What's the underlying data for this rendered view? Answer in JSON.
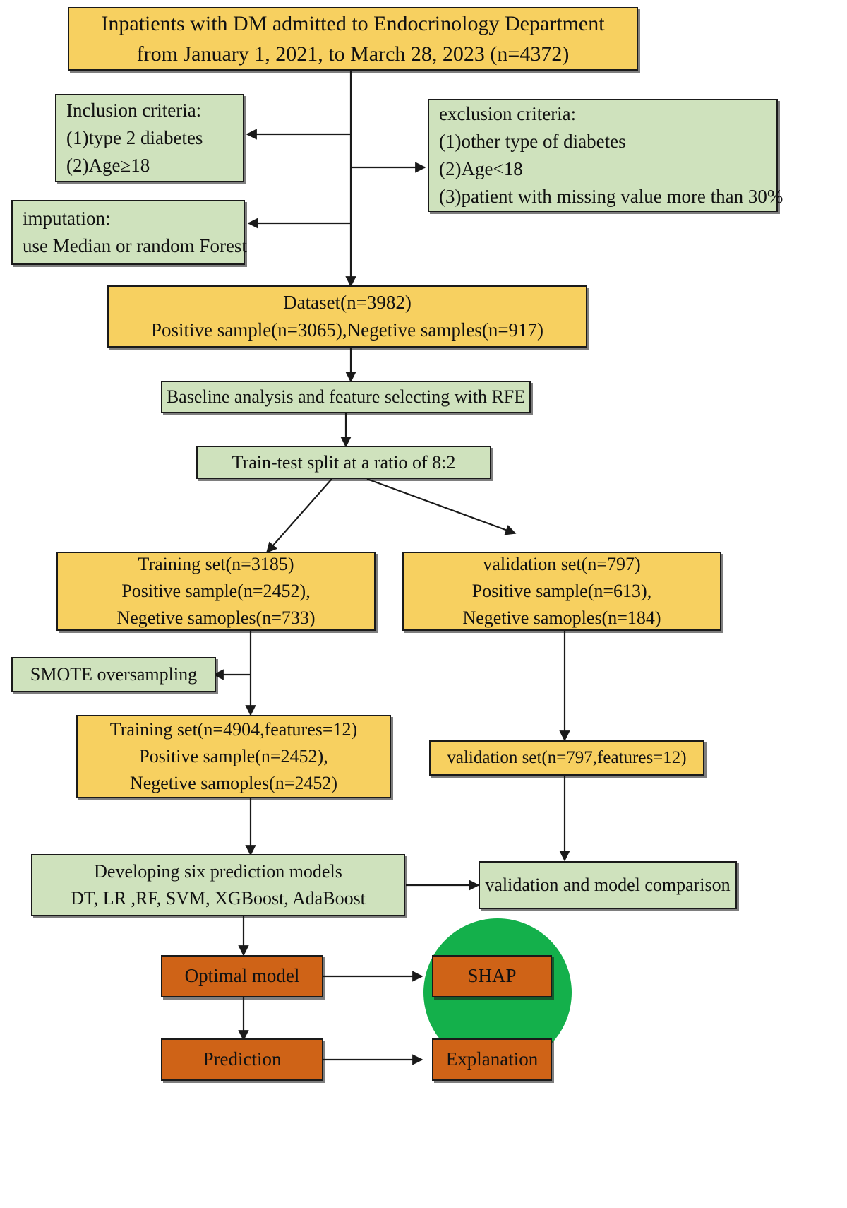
{
  "diagram": {
    "title": "Machine learning study flowchart",
    "colors": {
      "yellow_box": "#f7d060",
      "green_box": "#cfe2bd",
      "orange_box": "#cf6317",
      "green_circle": "#14b04b",
      "border": "#1a1a1a",
      "background": "#ffffff"
    },
    "nodes": {
      "cohort": {
        "line1": "Inpatients with DM admitted to Endocrinology Department",
        "line2": "from January 1, 2021, to March 28, 2023 (n=4372)"
      },
      "inclusion": {
        "line1": "Inclusion criteria:",
        "line2": "(1)type 2 diabetes",
        "line3": "(2)Age≥18"
      },
      "exclusion": {
        "line1": "exclusion criteria:",
        "line2": "(1)other type of diabetes",
        "line3": "(2)Age<18",
        "line4": "(3)patient with missing value more than 30%"
      },
      "imputation": {
        "line1": "imputation:",
        "line2": "use Median or random Forest"
      },
      "dataset": {
        "line1": "Dataset(n=3982)",
        "line2": "Positive sample(n=3065),Negetive samples(n=917)"
      },
      "baseline": {
        "line1": "Baseline analysis and feature selecting with RFE"
      },
      "split": {
        "line1": "Train-test split at a ratio of 8:2"
      },
      "training_set": {
        "line1": "Training set(n=3185)",
        "line2": "Positive sample(n=2452),",
        "line3": "Negetive samoples(n=733)"
      },
      "validation_set": {
        "line1": "validation set(n=797)",
        "line2": "Positive sample(n=613),",
        "line3": "Negetive samoples(n=184)"
      },
      "smote": {
        "line1": "SMOTE oversampling"
      },
      "training_set_balanced": {
        "line1": "Training set(n=4904,features=12)",
        "line2": "Positive sample(n=2452),",
        "line3": "Negetive samoples(n=2452)"
      },
      "validation_set_features": {
        "line1": "validation set(n=797,features=12)"
      },
      "models": {
        "line1": "Developing six prediction models",
        "line2": "DT, LR ,RF, SVM, XGBoost, AdaBoost"
      },
      "comparison": {
        "line1": "validation and model comparison"
      },
      "optimal_model": {
        "line1": "Optimal model"
      },
      "prediction": {
        "line1": "Prediction"
      },
      "shap": {
        "line1": "SHAP"
      },
      "explanation": {
        "line1": "Explanation"
      }
    }
  }
}
